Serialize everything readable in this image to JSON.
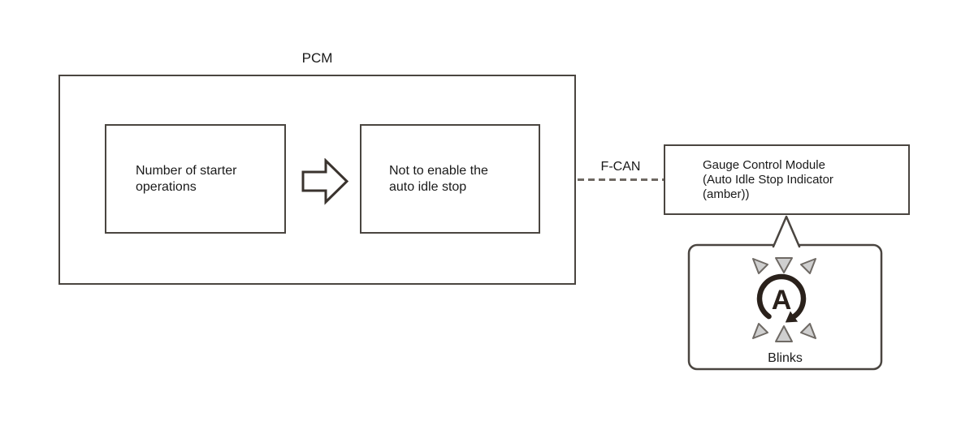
{
  "diagram": {
    "pcm": {
      "title": "PCM",
      "input_box": "Number of starter operations",
      "result_box": "Not to enable the auto idle stop"
    },
    "bus_label": "F-CAN",
    "gauge_module": {
      "line1": "Gauge Control Module",
      "line2": "(Auto Idle Stop Indicator",
      "line3": "(amber))"
    },
    "callout": {
      "indicator_letter": "A",
      "caption": "Blinks"
    },
    "colors": {
      "line": "#4a4540",
      "text": "#1a1a1a",
      "dashed_bus": "#6e6862",
      "indicator_icon": "#2a211b",
      "blink_ray_fill": "#cfcfcf",
      "blink_ray_stroke": "#6f6a65"
    }
  }
}
